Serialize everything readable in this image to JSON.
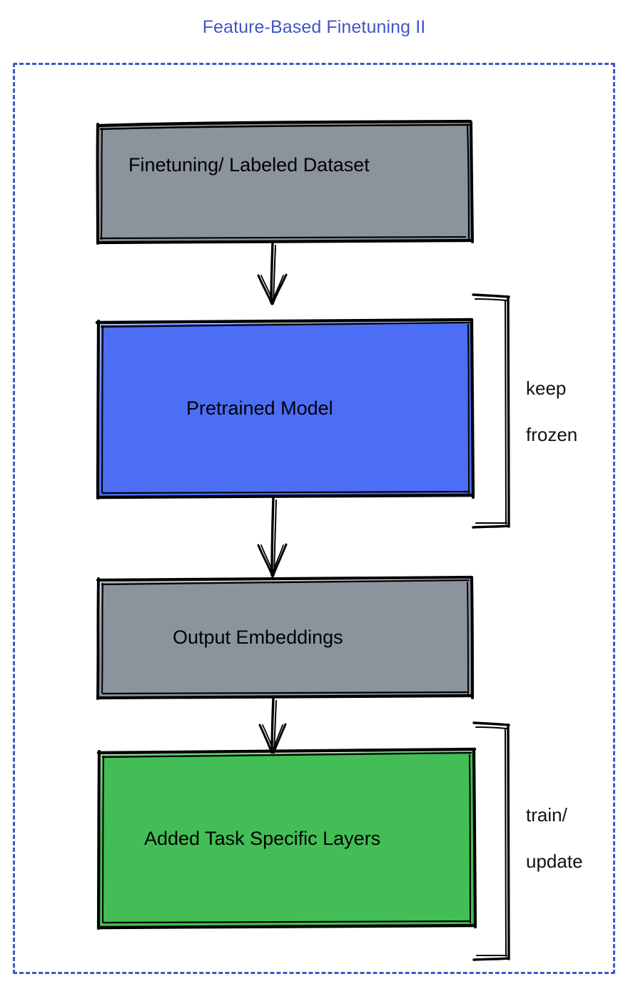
{
  "title": "Feature-Based Finetuning II",
  "colors": {
    "title_blue": "#3f57c6",
    "frame_blue": "#3f57c6",
    "box_gray": "#8b939c",
    "box_blue": "#4c6ef5",
    "box_green": "#43bd55",
    "stroke_black": "#000000",
    "background": "#ffffff"
  },
  "nodes": [
    {
      "id": "finetuning-dataset",
      "label": "Finetuning/ Labeled Dataset",
      "fill": "#8b939c"
    },
    {
      "id": "pretrained-model",
      "label": "Pretrained Model",
      "fill": "#4c6ef5"
    },
    {
      "id": "output-embeddings",
      "label": "Output Embeddings",
      "fill": "#8b939c"
    },
    {
      "id": "added-task-layers",
      "label": "Added Task Specific Layers",
      "fill": "#43bd55"
    }
  ],
  "annotations": [
    {
      "id": "keep-frozen",
      "line1": "keep",
      "line2": "frozen",
      "target": "pretrained-model"
    },
    {
      "id": "train-update",
      "line1": "train/",
      "line2": "update",
      "target": "added-task-layers"
    }
  ],
  "edges": [
    {
      "from": "finetuning-dataset",
      "to": "pretrained-model",
      "style": "arrow"
    },
    {
      "from": "pretrained-model",
      "to": "output-embeddings",
      "style": "arrow"
    },
    {
      "from": "output-embeddings",
      "to": "added-task-layers",
      "style": "arrow"
    }
  ]
}
